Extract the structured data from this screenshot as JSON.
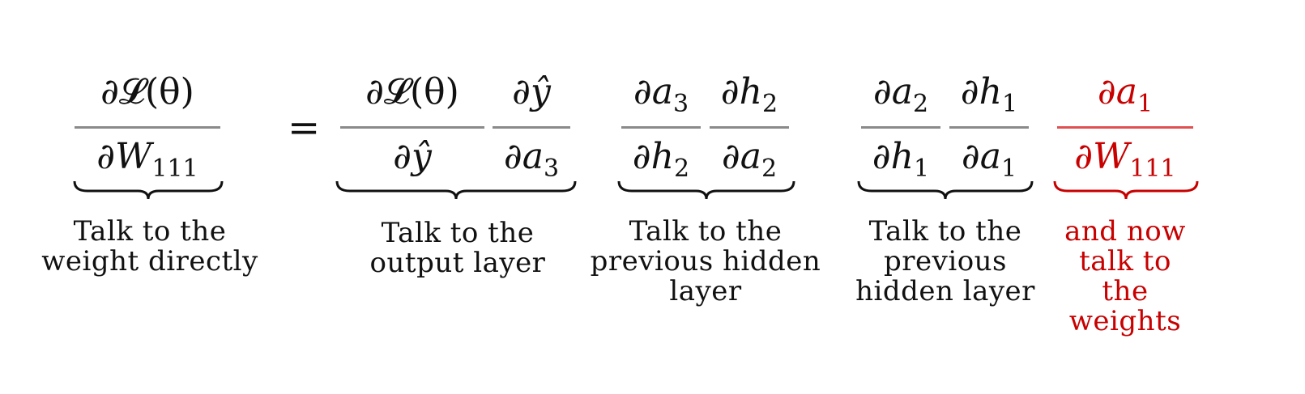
{
  "colors": {
    "text": "#111111",
    "highlight": "#c80000",
    "fraction_bar": "#8a8a8a",
    "fraction_bar_highlight": "#e05050"
  },
  "lhs": {
    "numerator": "∂𝓛(θ)",
    "denominator": "∂W",
    "denominator_sub": "111"
  },
  "equals": "=",
  "term1": {
    "f1": {
      "num": "∂𝓛(θ)",
      "den": "∂ŷ"
    },
    "f2": {
      "num": "∂ŷ",
      "den": "∂a",
      "den_sub": "3"
    }
  },
  "term2": {
    "f1": {
      "num": "∂a",
      "num_sub": "3",
      "den": "∂h",
      "den_sub": "2"
    },
    "f2": {
      "num": "∂h",
      "num_sub": "2",
      "den": "∂a",
      "den_sub": "2"
    }
  },
  "term3": {
    "f1": {
      "num": "∂a",
      "num_sub": "2",
      "den": "∂h",
      "den_sub": "1"
    },
    "f2": {
      "num": "∂h",
      "num_sub": "1",
      "den": "∂a",
      "den_sub": "1"
    }
  },
  "term4": {
    "f1": {
      "num": "∂a",
      "num_sub": "1",
      "den": "∂W",
      "den_sub": "111"
    }
  },
  "captions": {
    "lhs": [
      "Talk to the",
      "weight directly"
    ],
    "term1": [
      "Talk to the",
      "output layer"
    ],
    "term2": [
      "Talk to the",
      "previous hidden",
      "layer"
    ],
    "term3": [
      "Talk to the",
      "previous",
      "hidden layer"
    ],
    "term4": [
      "and now",
      "talk to",
      "the",
      "weights"
    ]
  }
}
